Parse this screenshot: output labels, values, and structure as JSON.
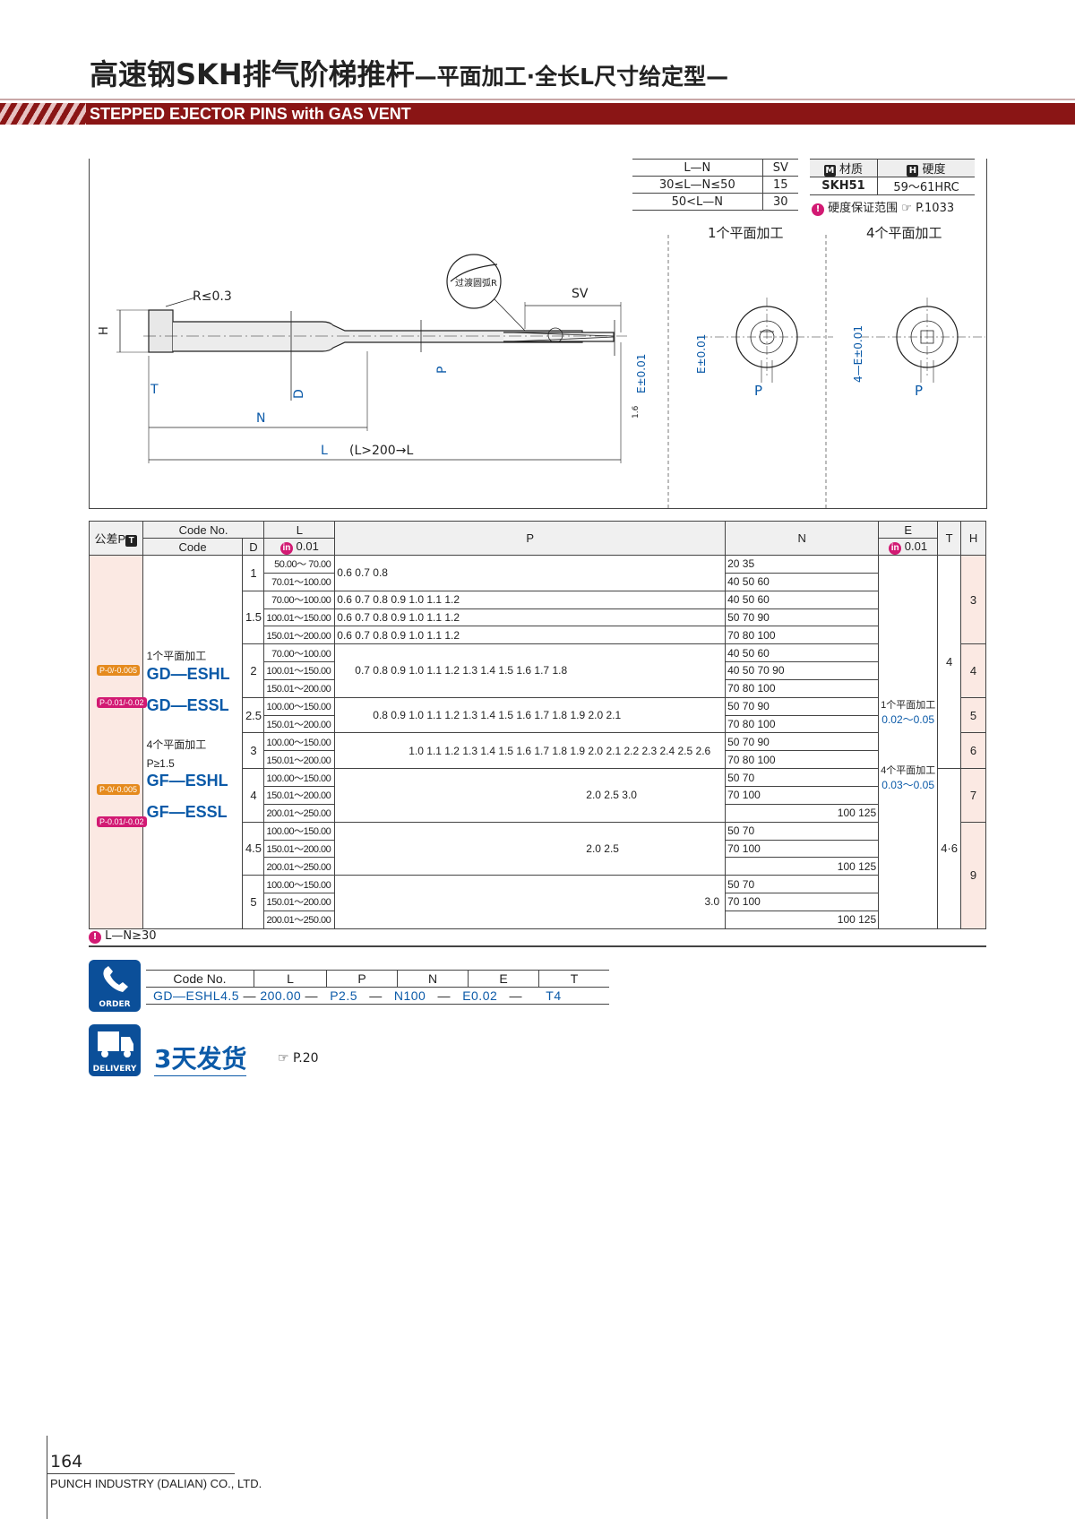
{
  "header": {
    "title_main": "高速钢SKH排气阶梯推杆",
    "title_sub": "—平面加工·全长L尺寸给定型—",
    "title_en": "STEPPED EJECTOR PINS with GAS VENT"
  },
  "sv_table": {
    "head": [
      "L—N",
      "SV"
    ],
    "rows": [
      [
        "30≤L—N≤50",
        "15"
      ],
      [
        "50<L—N",
        "30"
      ]
    ]
  },
  "material_table": {
    "material_head": "材质",
    "hardness_head": "硬度",
    "material": "SKH51",
    "hardness": "59～61HRC",
    "m_icon": "M",
    "h_icon": "H",
    "note": "硬度保证范围",
    "note_ref": "P.1033"
  },
  "drawing": {
    "r_label": "R≤0.3",
    "sv_label": "SV",
    "vent_label": "过渡圆弧R",
    "h_label": "H",
    "d_label": "D",
    "t_label": "T",
    "n_label": "N",
    "l_label": "L",
    "l_extra": "(L>200→L",
    "p_label": "P",
    "e_label": "E±0.01",
    "rough": "1.6",
    "view1_label": "1个平面加工",
    "view4_label": "4个平面加工",
    "view1_e": "E±0.01",
    "view4_e": "4—E±0.01"
  },
  "table": {
    "head_tol": "公差P",
    "head_code_no": "Code No.",
    "head_code": "Code",
    "head_d": "D",
    "head_l": "L",
    "head_l_sub": "0.01",
    "head_p": "P",
    "head_n": "N",
    "head_e": "E",
    "head_e_sub": "0.01",
    "head_t": "T",
    "head_h": "H",
    "type1_label": "1个平面加工",
    "type1_codes": [
      "GD—ESHL",
      "GD—ESSL"
    ],
    "type4_label": "4个平面加工",
    "type4_cond": "P≥1.5",
    "type4_codes": [
      "GF—ESHL",
      "GF—ESSL"
    ],
    "tol_tags": [
      "P-0/-0.005",
      "P-0.01/-0.02",
      "P-0/-0.005",
      "P-0.01/-0.02"
    ],
    "e_1": "1个平面加工",
    "e_1_val": "0.02～0.05",
    "e_4": "4个平面加工",
    "e_4_val": "0.03～0.05",
    "t_vals": [
      "4",
      "4·6"
    ],
    "rows": [
      {
        "d": "1",
        "l": "50.00～ 70.00",
        "p": "0.6  0.7  0.8",
        "n": "20  35",
        "h": "3"
      },
      {
        "d": "",
        "l": "70.01～100.00",
        "p": "",
        "n": "40  50  60",
        "h": ""
      },
      {
        "d": "1.5",
        "l": "70.00～100.00",
        "p": "0.6  0.7  0.8  0.9  1.0  1.1  1.2",
        "n": "40  50  60",
        "h": ""
      },
      {
        "d": "",
        "l": "100.01～150.00",
        "p": "0.6  0.7  0.8  0.9  1.0  1.1  1.2",
        "n": "50       70       90",
        "h": ""
      },
      {
        "d": "",
        "l": "150.01～200.00",
        "p": "0.6  0.7  0.8  0.9  1.0  1.1  1.2",
        "n": "70  80       100",
        "h": ""
      },
      {
        "d": "2",
        "l": "70.00～100.00",
        "p": "",
        "n": "40  50  60",
        "h": "4"
      },
      {
        "d": "",
        "l": "100.01～150.00",
        "p": "0.7  0.8  0.9  1.0  1.1  1.2  1.3  1.4  1.5  1.6  1.7  1.8",
        "n": "40  50       70       90",
        "h": ""
      },
      {
        "d": "",
        "l": "150.01～200.00",
        "p": "",
        "n": "70  80       100",
        "h": ""
      },
      {
        "d": "2.5",
        "l": "100.00～150.00",
        "p": "0.8  0.9  1.0  1.1  1.2  1.3  1.4  1.5  1.6  1.7  1.8  1.9  2.0  2.1",
        "n": "50       70       90",
        "h": "5"
      },
      {
        "d": "",
        "l": "150.01～200.00",
        "p": "",
        "n": "70  80       100",
        "h": ""
      },
      {
        "d": "3",
        "l": "100.00～150.00",
        "p": "1.0  1.1  1.2  1.3  1.4  1.5  1.6  1.7  1.8  1.9  2.0  2.1  2.2  2.3  2.4  2.5  2.6",
        "n": "50       70       90",
        "h": "6"
      },
      {
        "d": "",
        "l": "150.01～200.00",
        "p": "",
        "n": "70  80       100",
        "h": ""
      },
      {
        "d": "4",
        "l": "100.00～150.00",
        "p": "",
        "n": "50       70",
        "h": "7"
      },
      {
        "d": "",
        "l": "150.01～200.00",
        "p": "2.0                              2.5       3.0",
        "n": "70            100",
        "h": ""
      },
      {
        "d": "",
        "l": "200.01～250.00",
        "p": "",
        "n": "100  125",
        "h": ""
      },
      {
        "d": "4.5",
        "l": "100.00～150.00",
        "p": "",
        "n": "50       70",
        "h": "9"
      },
      {
        "d": "",
        "l": "150.01～200.00",
        "p": "2.0                              2.5",
        "n": "70            100",
        "h": ""
      },
      {
        "d": "",
        "l": "200.01～250.00",
        "p": "",
        "n": "100  125",
        "h": ""
      },
      {
        "d": "5",
        "l": "100.00～150.00",
        "p": "",
        "n": "50       70",
        "h": ""
      },
      {
        "d": "",
        "l": "150.01～200.00",
        "p": "3.0",
        "n": "70            100",
        "h": ""
      },
      {
        "d": "",
        "l": "200.01～250.00",
        "p": "",
        "n": "100  125",
        "h": ""
      }
    ],
    "footnote": "L—N≥30"
  },
  "order": {
    "icon_label": "ORDER",
    "head": [
      "Code No.",
      "L",
      "P",
      "N",
      "E",
      "T"
    ],
    "example": [
      "GD—ESHL4.5",
      "—",
      "200.00",
      "—",
      "P2.5",
      "—",
      "N100",
      "—",
      "E0.02",
      "—",
      "T4"
    ]
  },
  "delivery": {
    "icon_label": "DELIVERY",
    "text": "3天发货",
    "ref": "P.20"
  },
  "footer": {
    "page": "164",
    "company": "PUNCH INDUSTRY (DALIAN) CO., LTD."
  }
}
